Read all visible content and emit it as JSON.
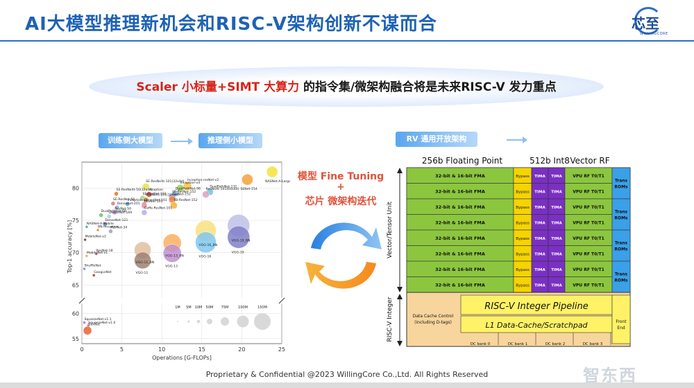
{
  "title": "AI大模型推理新机会和RISC-V架构创新不谋而合",
  "logo": {
    "text": "芯至",
    "subtitle": "WILLINGCORE"
  },
  "banner": {
    "part1": "Scaler 小标量+SIMT 大算力",
    "part2": " 的指令集/微架构融合将是未来RISC-V 发力重点"
  },
  "left_pills": {
    "train": "训练侧大模型",
    "infer": "推理侧小模型"
  },
  "right_pill": "RV 通用开放架构",
  "middle": {
    "line1": "模型 Fine Tuning",
    "line2": "+",
    "line3": "芯片 微架构迭代"
  },
  "chart_data": {
    "type": "scatter",
    "xlabel": "Operations [G-FLOPs]",
    "ylabel": "Top-1 accuracy [%]",
    "xlim": [
      0,
      25
    ],
    "xticks": [
      0,
      5,
      10,
      15,
      20,
      25
    ],
    "yticks_upper": [
      65,
      70,
      75,
      80
    ],
    "yticks_lower": [
      55,
      60
    ],
    "size_legend": [
      "1M",
      "5M",
      "10M",
      "50M",
      "75M",
      "100M",
      "150M"
    ],
    "points": [
      {
        "name": "NASNet-A-Large",
        "x": 23.8,
        "y": 82.5,
        "color": "#f4e23a",
        "r": 8
      },
      {
        "name": "SENet-154",
        "x": 20.7,
        "y": 81.3,
        "color": "#f4a13a",
        "r": 8
      },
      {
        "name": "Inception-resNet-v2",
        "x": 13.2,
        "y": 80.3,
        "color": "#f4c24a",
        "r": 6
      },
      {
        "name": "SE-ResNeXt-101(32x4d)",
        "x": 8.0,
        "y": 80.2,
        "color": "#e8e050",
        "r": 5
      },
      {
        "name": "Inception-v4",
        "x": 12.3,
        "y": 80.0,
        "color": "#9ad14a",
        "r": 5
      },
      {
        "name": "DualPathNet-131",
        "x": 16.0,
        "y": 79.4,
        "color": "#6fc4e0",
        "r": 5
      },
      {
        "name": "ResNeXt-101(64x4d)",
        "x": 15.5,
        "y": 79.0,
        "color": "#e0a0c0",
        "r": 5
      },
      {
        "name": "SE-ResNeXt-50(32x4d)",
        "x": 4.3,
        "y": 79.1,
        "color": "#f07030",
        "r": 3
      },
      {
        "name": "Xception",
        "x": 8.4,
        "y": 79.0,
        "color": "#e55050",
        "r": 4
      },
      {
        "name": "DualPathNet-98",
        "x": 11.7,
        "y": 79.2,
        "color": "#8fc0f0",
        "r": 4
      },
      {
        "name": "SE-ResNet-101",
        "x": 7.6,
        "y": 78.4,
        "color": "#a0d0a0",
        "r": 4
      },
      {
        "name": "SE-ResNet-152",
        "x": 11.3,
        "y": 78.6,
        "color": "#a0a0e0",
        "r": 5
      },
      {
        "name": "ResNeXt-101(32x4d)",
        "x": 8.0,
        "y": 78.2,
        "color": "#f0c060",
        "r": 4
      },
      {
        "name": "ResNet-152",
        "x": 11.3,
        "y": 78.2,
        "color": "#f08040",
        "r": 5
      },
      {
        "name": "SE-ResNet-50",
        "x": 3.9,
        "y": 77.6,
        "color": "#d08080",
        "r": 3
      },
      {
        "name": "Inception-v3",
        "x": 5.7,
        "y": 77.5,
        "color": "#60a0e0",
        "r": 3
      },
      {
        "name": "DenseNet-161",
        "x": 7.8,
        "y": 77.4,
        "color": "#c060c0",
        "r": 4
      },
      {
        "name": "FB-ResNet-152",
        "x": 11.5,
        "y": 77.3,
        "color": "#f0b040",
        "r": 5
      },
      {
        "name": "DenseNet-201",
        "x": 4.4,
        "y": 77.0,
        "color": "#80b0d0",
        "r": 3
      },
      {
        "name": "ResNet-101",
        "x": 7.8,
        "y": 77.2,
        "color": "#f0a0a0",
        "r": 4
      },
      {
        "name": "ResNet-50",
        "x": 4.1,
        "y": 76.2,
        "color": "#c080e0",
        "r": 3
      },
      {
        "name": "Caffe-ResNet-101",
        "x": 7.8,
        "y": 76.2,
        "color": "#b0b0f0",
        "r": 4
      },
      {
        "name": "DualPathNet-68",
        "x": 2.4,
        "y": 75.8,
        "color": "#70c070",
        "r": 3
      },
      {
        "name": "DenseNet-169",
        "x": 3.4,
        "y": 75.6,
        "color": "#a0d0f0",
        "r": 3
      },
      {
        "name": "DenseNet-121",
        "x": 2.9,
        "y": 74.4,
        "color": "#7080c0",
        "r": 3
      },
      {
        "name": "NASNet-A-Mobile",
        "x": 0.6,
        "y": 74.0,
        "color": "#40a0a0",
        "r": 2
      },
      {
        "name": "BN-Inception",
        "x": 2.0,
        "y": 73.5,
        "color": "#e08030",
        "r": 2
      },
      {
        "name": "ResNet-34",
        "x": 3.6,
        "y": 73.3,
        "color": "#a0a0c0",
        "r": 3
      },
      {
        "name": "MobileNet-v2",
        "x": 0.4,
        "y": 72.0,
        "color": "#604040",
        "r": 2
      },
      {
        "name": "VGG-19_BN",
        "x": 19.6,
        "y": 74.2,
        "color": "#c0c0e8",
        "r": 16
      },
      {
        "name": "VGG-16_BN",
        "x": 15.5,
        "y": 73.4,
        "color": "#f8e080",
        "r": 15
      },
      {
        "name": "VGG-19",
        "x": 19.6,
        "y": 72.4,
        "color": "#8080c8",
        "r": 16
      },
      {
        "name": "VGG-16",
        "x": 15.5,
        "y": 71.6,
        "color": "#80c8f0",
        "r": 15
      },
      {
        "name": "VGG-13_BN",
        "x": 11.3,
        "y": 71.5,
        "color": "#f8b060",
        "r": 13
      },
      {
        "name": "VGG-11_BN",
        "x": 7.6,
        "y": 70.4,
        "color": "#e0c0a0",
        "r": 12
      },
      {
        "name": "VGG-13",
        "x": 11.3,
        "y": 69.9,
        "color": "#c090d0",
        "r": 13
      },
      {
        "name": "VGG-11",
        "x": 7.6,
        "y": 68.8,
        "color": "#a08070",
        "r": 12
      },
      {
        "name": "ResNet-18",
        "x": 1.8,
        "y": 69.8,
        "color": "#b05050",
        "r": 2
      },
      {
        "name": "MobileNet-v1",
        "x": 0.6,
        "y": 69.5,
        "color": "#f0a050",
        "r": 2
      },
      {
        "name": "ShuffleNet",
        "x": 0.3,
        "y": 67.5,
        "color": "#8080c0",
        "r": 2
      },
      {
        "name": "GoogLeNet",
        "x": 1.5,
        "y": 66.5,
        "color": "#a03030",
        "r": 2
      },
      {
        "name": "SqueezeNet-v1.1",
        "x": 0.3,
        "y": 58.2,
        "color": "#c060c0",
        "r": 2
      },
      {
        "name": "SqueezeNet-v1.0",
        "x": 0.8,
        "y": 57.5,
        "color": "#e06060",
        "r": 2
      },
      {
        "name": "AlexNet",
        "x": 0.7,
        "y": 56.6,
        "color": "#e86030",
        "r": 6
      }
    ]
  },
  "arch": {
    "col_headers": {
      "fp": "256b Floating Point",
      "int8": "512b Int8",
      "vrf": "Vector RF"
    },
    "side_vector": "Vector/Tensor Unit",
    "side_integer": "RISC-V Integer",
    "rows": [
      {
        "fma": "32-bit & 16-bit FMA",
        "bypass": "Bypass",
        "tima1": "TIMA",
        "tima2": "TIMA",
        "vpu": "VPU RF T0/T1"
      },
      {
        "fma": "32-bit & 16-bit FMA",
        "bypass": "Bypass",
        "tima1": "TIMA",
        "tima2": "TIMA",
        "vpu": "VPU RF T0/T1"
      },
      {
        "fma": "32-bit & 16-bit FMA",
        "bypass": "Bypass",
        "tima1": "TIMA",
        "tima2": "TIMA",
        "vpu": "VPU RF T0/T1"
      },
      {
        "fma": "32-bit & 16-bit FMA",
        "bypass": "Bypass",
        "tima1": "TIMA",
        "tima2": "TIMA",
        "vpu": "VPU RF T0/T1"
      },
      {
        "fma": "32-bit & 16-bit FMA",
        "bypass": "Bypass",
        "tima1": "TIMA",
        "tima2": "TIMA",
        "vpu": "VPU RF T0/T1"
      },
      {
        "fma": "32-bit & 16-bit FMA",
        "bypass": "Bypass",
        "tima1": "TIMA",
        "tima2": "TIMA",
        "vpu": "VPU RF T0/T1"
      },
      {
        "fma": "32-bit & 16-bit FMA",
        "bypass": "Bypass",
        "tima1": "TIMA",
        "tima2": "TIMA",
        "vpu": "VPU RF T0/T1"
      },
      {
        "fma": "32-bit & 16-bit FMA",
        "bypass": "Bypass",
        "tima1": "TIMA",
        "tima2": "TIMA",
        "vpu": "VPU RF T0/T1"
      }
    ],
    "trans_roms": [
      "Trans",
      "ROMs",
      "Trans",
      "ROMs",
      "Trans",
      "ROMs",
      "Trans",
      "ROMs"
    ],
    "data_cache": "Data Cache Control",
    "data_cache_sub": "(including D-tags)",
    "pipeline": "RISC-V Integer Pipeline",
    "l1": "L1 Data-Cache/Scratchpad",
    "front_end": [
      "Front",
      "End"
    ],
    "dc_banks": [
      "DC bank 0",
      "DC bank 1",
      "DC bank 2",
      "DC bank 3"
    ]
  },
  "footer": "Proprietary & Confidential @2023 WillingCore Co.,Ltd. All Rights Reserved",
  "watermark": "智东西",
  "colors": {
    "title": "#1e62b6",
    "fma_green": "#8cc63f",
    "bypass_yellow": "#f5d400",
    "tima_purple": "#7a30c2",
    "trans_blue": "#3aa0e8",
    "integer_orange": "#f7d59c",
    "pipeline_yellow": "#fff266"
  }
}
